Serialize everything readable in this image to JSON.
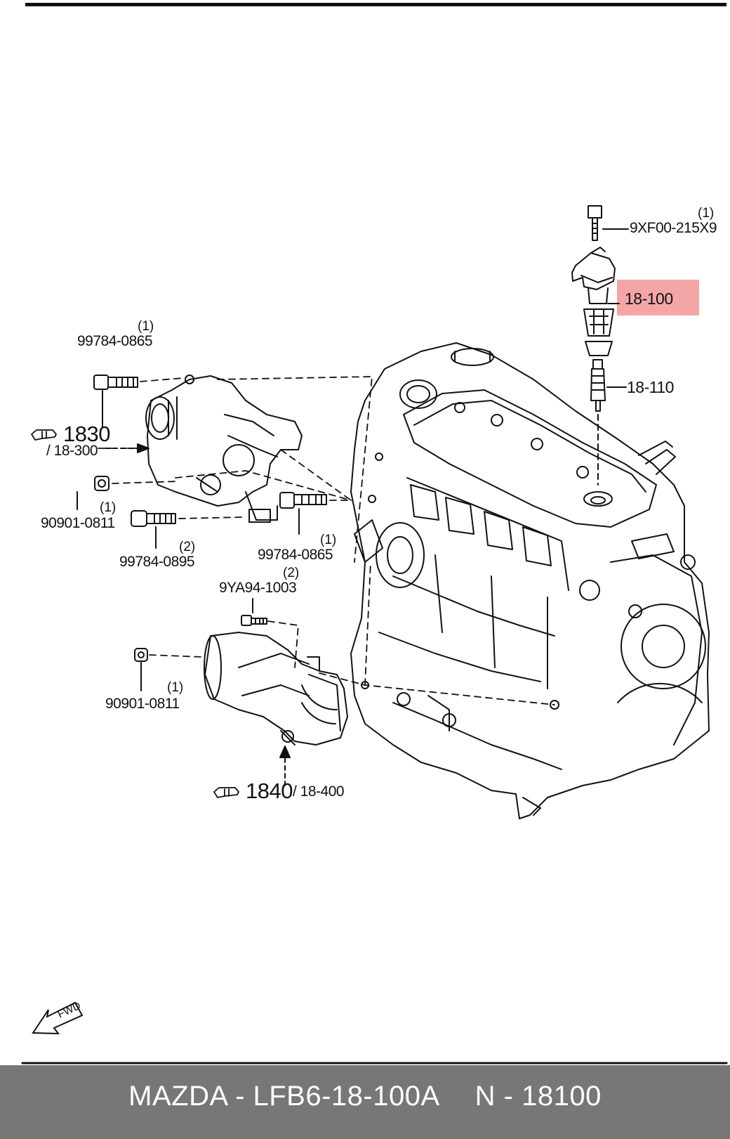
{
  "callouts": {
    "bolt_top": "9XF00-215X9",
    "bolt_top_qty": "(1)",
    "coil": "18-100",
    "plug": "18-110",
    "alt_bolt_upper": "99784-0865",
    "alt_bolt_upper_qty": "(1)",
    "ref_1830": "1830",
    "ref_18300": "/ 18-300",
    "alt_nut": "90901-0811",
    "alt_nut_qty": "(1)",
    "alt_bolt_lower": "99784-0895",
    "alt_bolt_lower_qty": "(2)",
    "alt_bolt_right": "99784-0865",
    "alt_bolt_right_qty": "(1)",
    "starter_bolt": "9YA94-1003",
    "starter_bolt_qty": "(2)",
    "starter_nut": "90901-0811",
    "starter_nut_qty": "(1)",
    "ref_1840": "1840",
    "ref_18400": "/ 18-400",
    "fwd": "FWD"
  },
  "highlight_color": "#f4a6a6",
  "footer": {
    "brand_part": "MAZDA - LFB6-18-100A",
    "ref": "N - 18100"
  },
  "footer_color": "#777777"
}
